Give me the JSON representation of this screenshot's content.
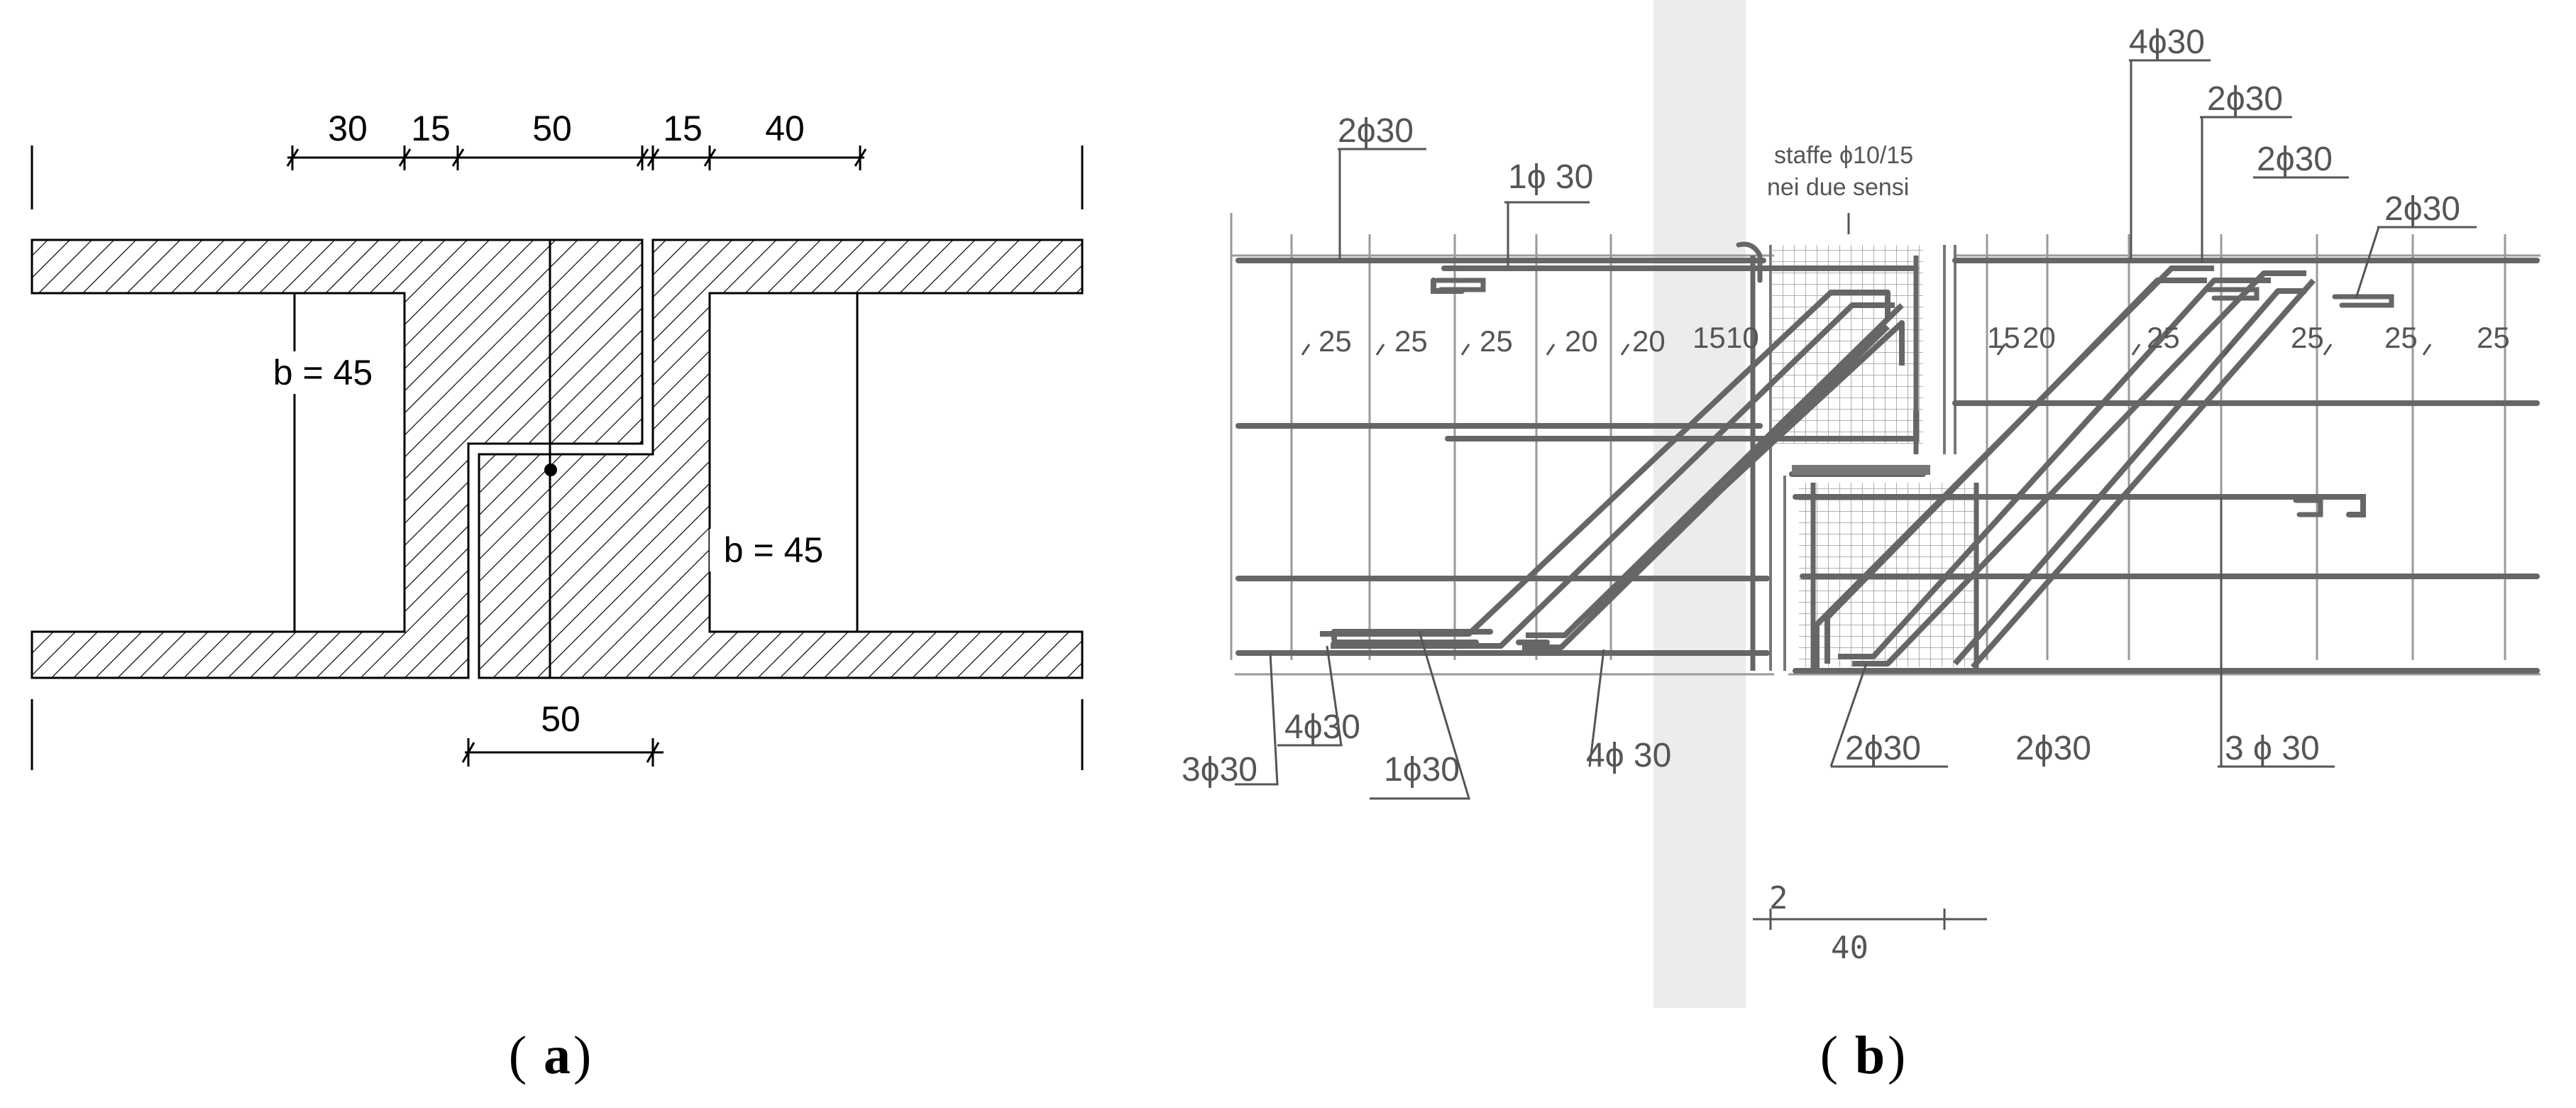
{
  "panel_a": {
    "caption_letter": "a",
    "top_dims": [
      "30",
      "15",
      "50",
      "15",
      "40"
    ],
    "bottom_dim": "50",
    "width_label_left": "b = 45",
    "width_label_right": "b = 45"
  },
  "panel_b": {
    "caption_letter": "b",
    "stirrups_note_line1": "staffe ϕ10/15",
    "stirrups_note_line2": "nei due sensi",
    "bar_labels": {
      "top_left_1": "2ϕ30",
      "top_left_2": "1ϕ 30",
      "top_right_1": "4ϕ30",
      "top_right_2": "2ϕ30",
      "top_right_3": "2ϕ30",
      "top_right_4": "2ϕ30",
      "bottom_1": "3ϕ30",
      "bottom_2": "4ϕ30",
      "bottom_3": "1ϕ30",
      "bottom_4": "4ϕ 30",
      "bottom_5": "2ϕ30",
      "bottom_6": "2ϕ30",
      "bottom_7": "3 ϕ 30"
    },
    "spacings": [
      "25",
      "25",
      "25",
      "20",
      "20",
      "15",
      "10",
      "15",
      "20",
      "25",
      "25",
      "25",
      "25"
    ],
    "scale_top": "2",
    "scale_bottom": "40"
  }
}
